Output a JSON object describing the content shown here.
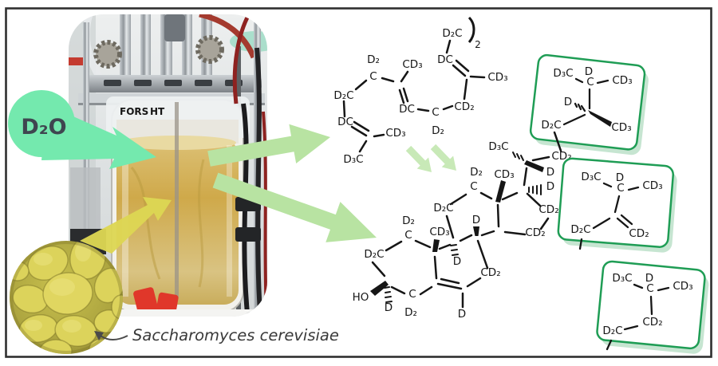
{
  "figure": {
    "species_label": "Saccharomyces cerevisiae",
    "bubble_label": "D₂O",
    "bracket_subscript": "2",
    "photo_brand_gray": "FORS",
    "photo_brand_red": "HT",
    "colors": {
      "box_border_green": "#1f9d55",
      "box_shadow_green": "#b9dfc6",
      "big_arrow_green": "#b8e3a2",
      "small_arrow_green": "#c8e9b7",
      "bubble_mint": "#74e9ae",
      "yeast_yellow": "#dcd35b",
      "beam_yellow": "#ddd653",
      "liquid_amber": "#cfa94a",
      "border_dark": "#2f2f2f"
    }
  },
  "squalene": {
    "atoms": [
      "D₂C",
      "DC",
      "CD₃",
      "CD₂",
      "C",
      "D₂",
      "DC",
      "CD₃",
      "D₂",
      "C",
      "D₂C",
      "DC",
      "CD₃",
      "D₃C"
    ]
  },
  "sterol": {
    "atoms": [
      "D₂",
      "C",
      "D₂C",
      "HO",
      "D",
      "C",
      "D₂",
      "D",
      "CD₂",
      "D",
      "CD₃",
      "D",
      "D₂",
      "C",
      "D₂C",
      "CD₃",
      "D₃C",
      "D",
      "CD₂",
      "D",
      "CD₂",
      "CD₂"
    ]
  },
  "boxes": [
    {
      "atoms": [
        "D₃C",
        "D",
        "C",
        "CD₃",
        "D",
        "D₂C",
        "CD₃"
      ]
    },
    {
      "atoms": [
        "D₃C",
        "D",
        "C",
        "CD₃",
        "D₂C",
        "CD₂"
      ]
    },
    {
      "atoms": [
        "D₃C",
        "D",
        "C",
        "CD₃",
        "CD₂",
        "D₂C"
      ]
    }
  ]
}
